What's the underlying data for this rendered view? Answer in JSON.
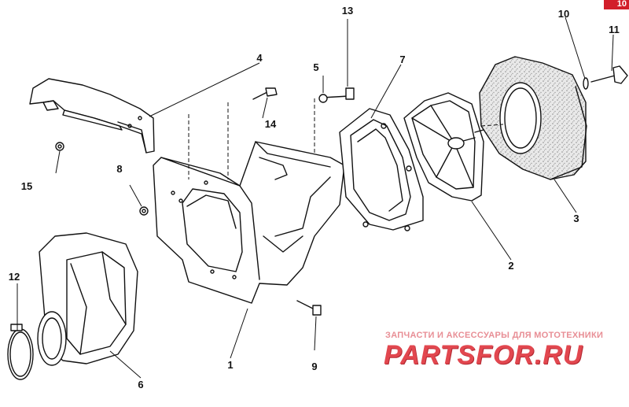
{
  "diagram": {
    "callouts": {
      "c1": "1",
      "c2": "2",
      "c3": "3",
      "c4": "4",
      "c5": "5",
      "c6": "6",
      "c7": "7",
      "c8": "8",
      "c9": "9",
      "c10": "10",
      "c11": "11",
      "c12": "12",
      "c13": "13",
      "c14": "14",
      "c15": "15"
    },
    "corner_tab": "10"
  },
  "watermark": {
    "tagline": "ЗАПЧАСТИ И АКСЕССУАРЫ ДЛЯ МОТОТЕХНИКИ",
    "logo": "PARTSFOR.RU"
  },
  "colors": {
    "line": "#111111",
    "speckle": "#9a9a9a",
    "brand_red": "#d21f2a",
    "watermark_pink": "#e88e95"
  }
}
